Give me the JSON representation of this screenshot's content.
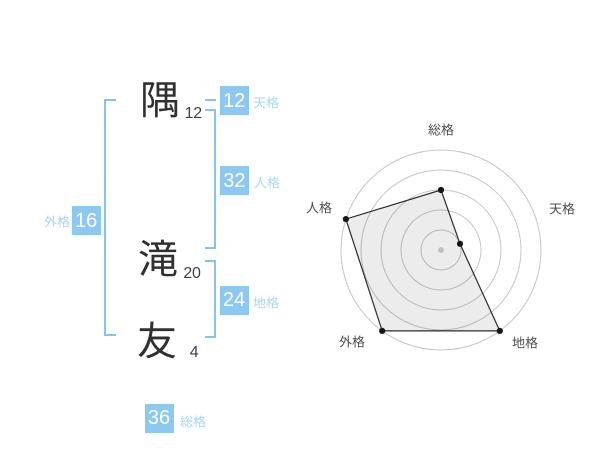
{
  "name": {
    "chars": [
      {
        "char": "隅",
        "stroke_count": "12"
      },
      {
        "char": "滝",
        "stroke_count": "20"
      },
      {
        "char": "友",
        "stroke_count": "4"
      }
    ]
  },
  "gokaku": {
    "tenkaku": {
      "label": "天格",
      "value": "12"
    },
    "jinkaku": {
      "label": "人格",
      "value": "32"
    },
    "chikaku": {
      "label": "地格",
      "value": "24"
    },
    "gaikaku": {
      "label": "外格",
      "value": "16"
    },
    "soukaku": {
      "label": "総格",
      "value": "36"
    }
  },
  "colors": {
    "background": "#ffffff",
    "accent_blue": "#84c3f0",
    "box_blue": "#8cc8f0",
    "label_blue": "#a4d5f6",
    "kanji_ink": "#303030",
    "stroke_count_ink": "#3f3f3f",
    "radar_grid": "#c6c6c6",
    "radar_label": "#4c4c4c",
    "radar_polygon_stroke": "#2b2b2b",
    "radar_polygon_fill": "rgba(0,0,0,0.075)",
    "radar_point": "#161616",
    "radar_center_dot": "#bfbfbf"
  },
  "chart_data": {
    "type": "radar",
    "title": "",
    "axes": [
      "総格",
      "天格",
      "地格",
      "外格",
      "人格"
    ],
    "angles_deg": [
      90,
      18,
      -54,
      -126,
      162
    ],
    "values": [
      3,
      1,
      5,
      5,
      5
    ],
    "max_value": 5,
    "rings": 5,
    "grid": "concentric-circles",
    "legend_position": "none"
  }
}
